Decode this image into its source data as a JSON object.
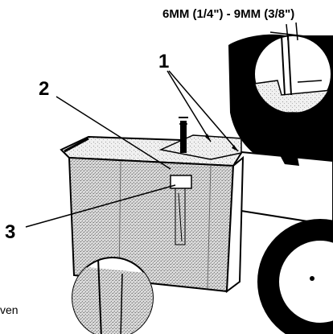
{
  "figure": {
    "dimension_label": "6MM (1/4\") - 9MM (3/8\")",
    "callouts": [
      "1",
      "2",
      "3"
    ],
    "edge_fragment": "ven"
  },
  "colors": {
    "ink": "#000000",
    "paper": "#ffffff",
    "stipple": "#bdbdbd",
    "stipple_dark": "#8a8a8a"
  }
}
